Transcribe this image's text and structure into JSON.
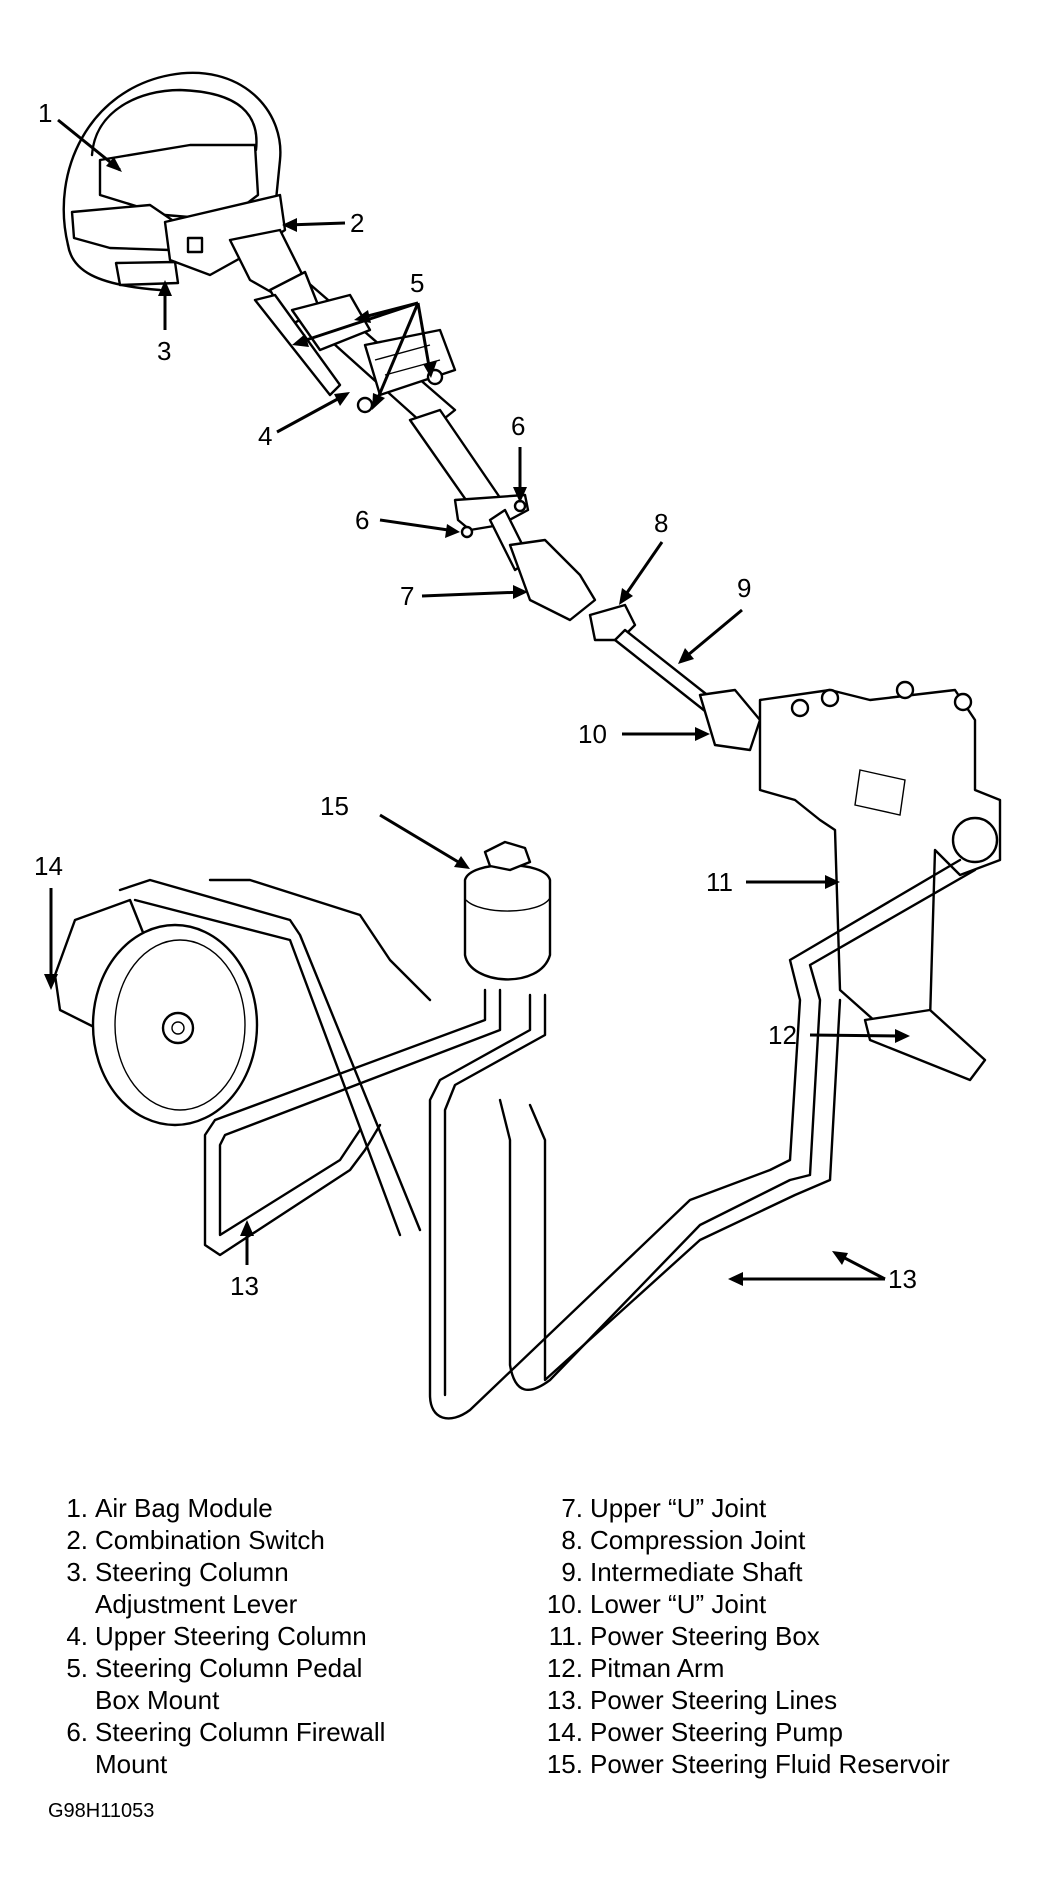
{
  "diagram": {
    "title": "Steering Column and Power Steering System",
    "figure_id": "G98H11053",
    "callouts": [
      "1",
      "2",
      "3",
      "4",
      "5",
      "6",
      "6",
      "7",
      "8",
      "9",
      "10",
      "11",
      "12",
      "13",
      "13",
      "14",
      "15"
    ]
  },
  "legend": {
    "left": [
      {
        "num": "1.",
        "lines": [
          "Air Bag Module"
        ]
      },
      {
        "num": "2.",
        "lines": [
          "Combination Switch"
        ]
      },
      {
        "num": "3.",
        "lines": [
          "Steering Column",
          "Adjustment Lever"
        ]
      },
      {
        "num": "4.",
        "lines": [
          "Upper Steering Column"
        ]
      },
      {
        "num": "5.",
        "lines": [
          "Steering Column Pedal",
          "Box Mount"
        ]
      },
      {
        "num": "6.",
        "lines": [
          "Steering Column Firewall",
          "Mount"
        ]
      }
    ],
    "right": [
      {
        "num": "7.",
        "lines": [
          "Upper “U” Joint"
        ]
      },
      {
        "num": "8.",
        "lines": [
          "Compression Joint"
        ]
      },
      {
        "num": "9.",
        "lines": [
          "Intermediate Shaft"
        ]
      },
      {
        "num": "10.",
        "lines": [
          "Lower “U” Joint"
        ]
      },
      {
        "num": "11.",
        "lines": [
          "Power Steering Box"
        ]
      },
      {
        "num": "12.",
        "lines": [
          "Pitman Arm"
        ]
      },
      {
        "num": "13.",
        "lines": [
          "Power Steering Lines"
        ]
      },
      {
        "num": "14.",
        "lines": [
          "Power Steering Pump"
        ]
      },
      {
        "num": "15.",
        "lines": [
          "Power Steering Fluid Reservoir"
        ]
      }
    ]
  }
}
